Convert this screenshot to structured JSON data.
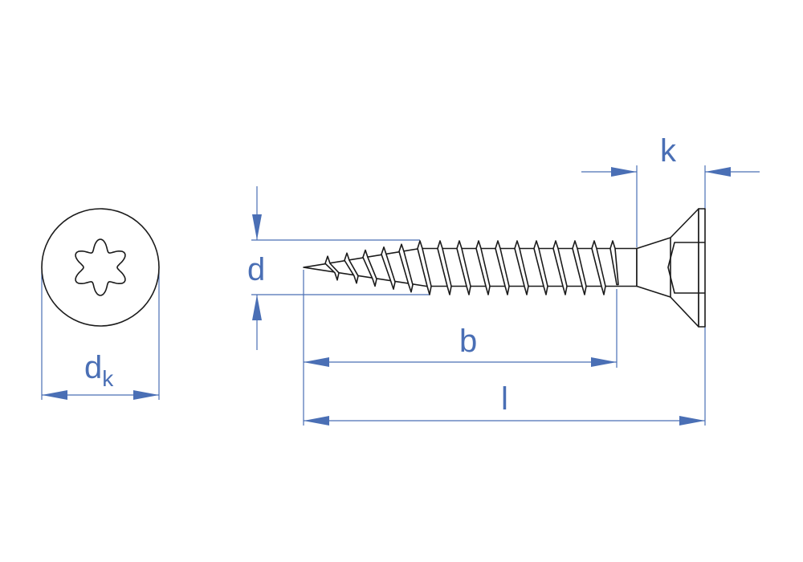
{
  "colors": {
    "drawing": "#1a1a1a",
    "dimension": "#4a6fb5"
  },
  "labels": {
    "head_diameter": "d",
    "head_diameter_sub": "k",
    "thread_diameter": "d",
    "thread_length": "b",
    "total_length": "l",
    "head_height": "k"
  },
  "views": {
    "front": "torx-head-view",
    "side": "countersunk-screw-side-view"
  }
}
